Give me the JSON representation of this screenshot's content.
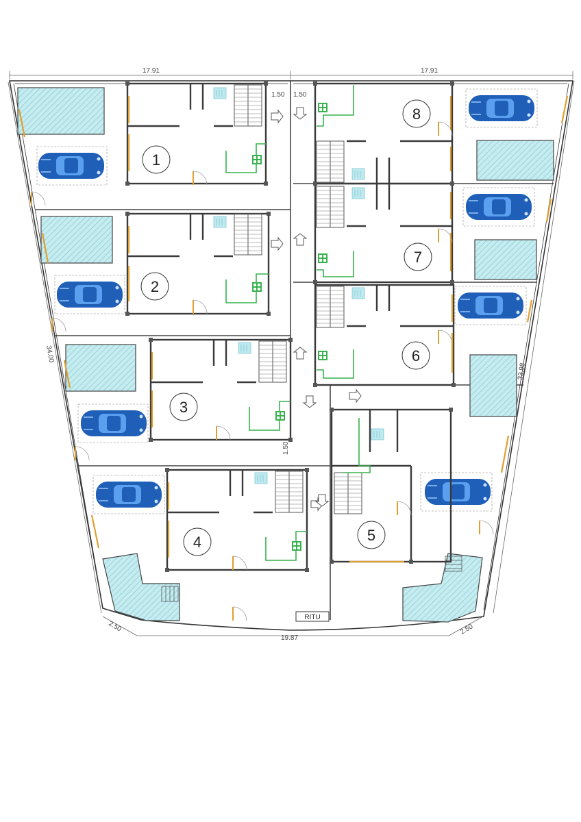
{
  "drawing": {
    "dimensions": {
      "top_left_width": "17.91",
      "top_right_width": "17.91",
      "left_depth": "34.00",
      "right_depth": "33.98",
      "bottom_width": "19.87",
      "bottom_left_offset": "2.50",
      "bottom_right_offset": "2.50",
      "stair_gap_a": "1.50",
      "stair_gap_b": "1.50",
      "corridor_gap": "1.50"
    },
    "units": [
      "1",
      "2",
      "3",
      "4",
      "5",
      "6",
      "7",
      "8"
    ],
    "utility_label": "RITU",
    "colors": {
      "wall": "#3a3a3a",
      "door": "#e0a030",
      "green_fixture": "#37b24d",
      "pool_fill": "#c6ecf0",
      "pool_hatch": "#7fc9d3",
      "car_body": "#1f5fb8",
      "car_glass": "#5aa0ef"
    },
    "icons": [
      "car-icon",
      "pool-icon",
      "stair-icon",
      "arrow-icon",
      "door-icon"
    ]
  }
}
